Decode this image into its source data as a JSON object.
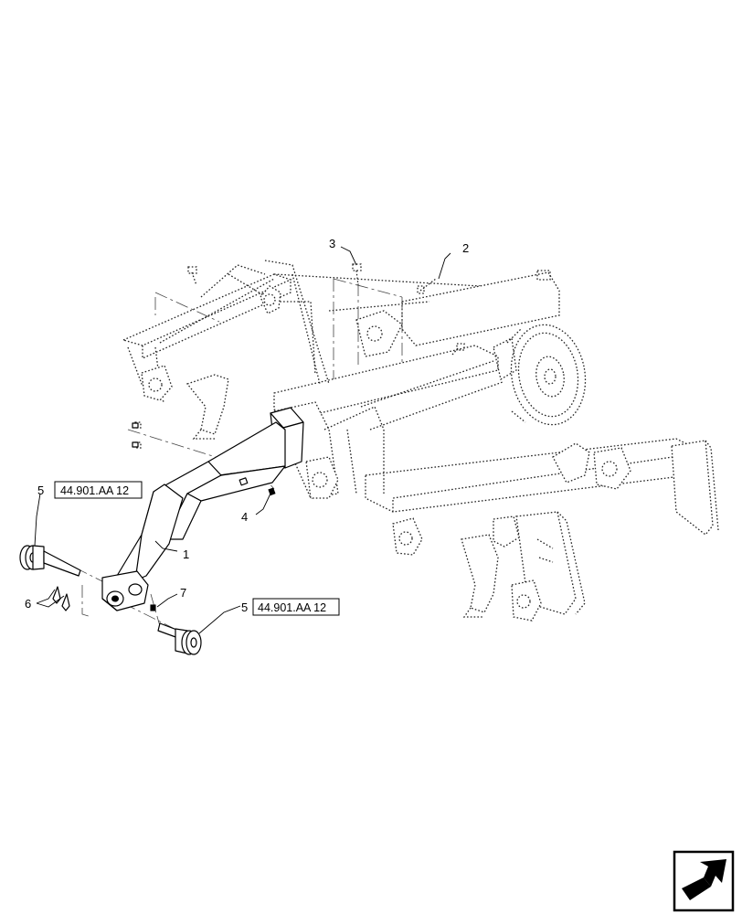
{
  "callouts": {
    "c1": "1",
    "c2": "2",
    "c3": "3",
    "c4": "4",
    "c5_upper": "5",
    "c5_lower": "5",
    "c6": "6",
    "c7": "7"
  },
  "references": {
    "ref_upper": "44.901.AA 12",
    "ref_lower": "44.901.AA 12"
  },
  "icons": {
    "nav": "next-page-arrow-icon"
  }
}
